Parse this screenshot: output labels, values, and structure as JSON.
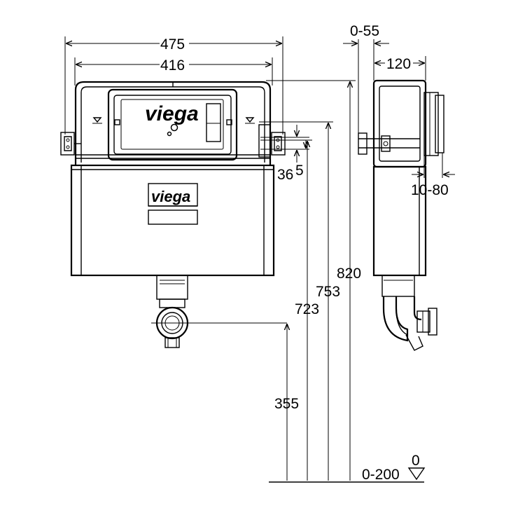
{
  "brand": {
    "logo_text": "viega"
  },
  "dimensions": {
    "total_width": "475",
    "inner_width": "416",
    "wall_gap": "0-55",
    "depth": "120",
    "height_total": "820",
    "height_mid": "753",
    "height_low": "723",
    "height_outlet": "355",
    "bracket_offset_a": "36",
    "bracket_offset_b": "5",
    "pipe_offset": "10-80",
    "floor_range": "0-200",
    "floor_level": "0"
  },
  "colors": {
    "line": "#000000",
    "background": "#ffffff"
  }
}
